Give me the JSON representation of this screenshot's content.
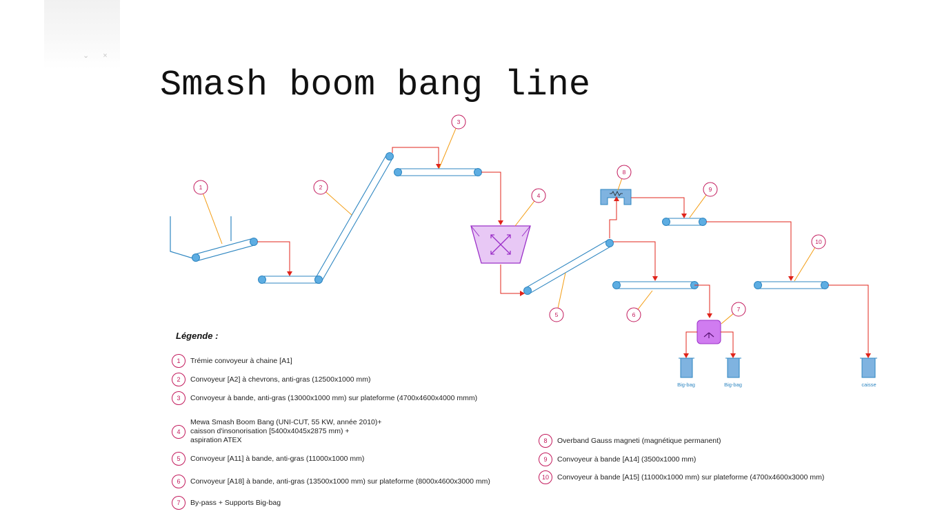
{
  "title": "Smash boom bang line",
  "legend": {
    "title": "Légende :",
    "items": [
      {
        "num": "1",
        "text": "Trémie convoyeur à chaine [A1]"
      },
      {
        "num": "2",
        "text": "Convoyeur  [A2] à chevrons, anti-gras (12500x1000 mm)"
      },
      {
        "num": "3",
        "text": "Convoyeur à bande, anti-gras (13000x1000 mm) sur plateforme (4700x4600x4000 mmm)"
      },
      {
        "num": "4",
        "lines": [
          "Mewa Smash Boom Bang (UNI-CUT, 55 KW, année 2010)+",
          "caisson d'insonorisation [5400x4045x2875 mm) +",
          "aspiration ATEX"
        ]
      },
      {
        "num": "5",
        "text": "Convoyeur [A11] à bande, anti-gras (11000x1000 mm)"
      },
      {
        "num": "6",
        "text": "Convoyeur [A18] à bande, anti-gras  (13500x1000 mm) sur plateforme (8000x4600x3000 mm)"
      },
      {
        "num": "7",
        "text": "By-pass + Supports Big-bag"
      },
      {
        "num": "8",
        "text": "Overband Gauss magneti (magnétique permanent)"
      },
      {
        "num": "9",
        "text": "Convoyeur à bande [A14] (3500x1000 mm)"
      },
      {
        "num": "10",
        "text": "Convoyeur à bande [A15] (11000x1000 mm) sur plateforme (4700x4600x3000 mm)"
      }
    ]
  },
  "containers": {
    "bigbag_label": "Big-bag",
    "caisse_label": "caisse"
  },
  "callouts": [
    "1",
    "2",
    "3",
    "4",
    "5",
    "6",
    "7",
    "8",
    "9",
    "10"
  ],
  "colors": {
    "belt": "#2e86c1",
    "roller": "#5dade2",
    "flow": "#e0241b",
    "leader": "#f39c12",
    "callout": "#c2185b",
    "crusher_fill": "#e8c8f5",
    "crusher_stroke": "#9b30c8",
    "bypass_fill": "#d07cf0",
    "bin_fill": "#7fb3e0"
  }
}
